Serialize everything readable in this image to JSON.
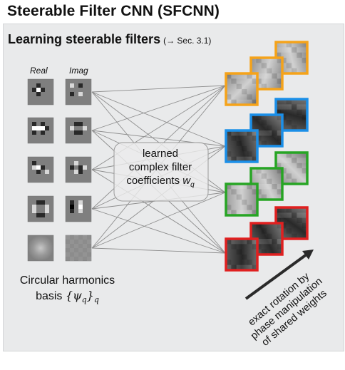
{
  "title": "Steerable Filter CNN (SFCNN)",
  "panel": {
    "heading": "Learning steerable filters",
    "section_ref": "(→ Sec. 3.1)"
  },
  "basis": {
    "col_real": "Real",
    "col_imag": "Imag",
    "caption_line1": "Circular harmonics",
    "caption_line2": "basis",
    "caption_math": "{ψ",
    "caption_math_sub": "q",
    "caption_math_close": "}",
    "caption_math_sub2": "q"
  },
  "coefficients": {
    "line1": "learned",
    "line2": "complex filter",
    "line3": "coefficients",
    "symbol": "w",
    "symbol_sub": "q"
  },
  "rotation": {
    "line1": "exact rotation by",
    "line2": "phase manipulation",
    "line3": "of shared weights"
  },
  "colors": {
    "orange": "#f5a31a",
    "blue": "#1b8fe8",
    "green": "#27a524",
    "red": "#e02020",
    "panel": "#e9eaeb"
  }
}
